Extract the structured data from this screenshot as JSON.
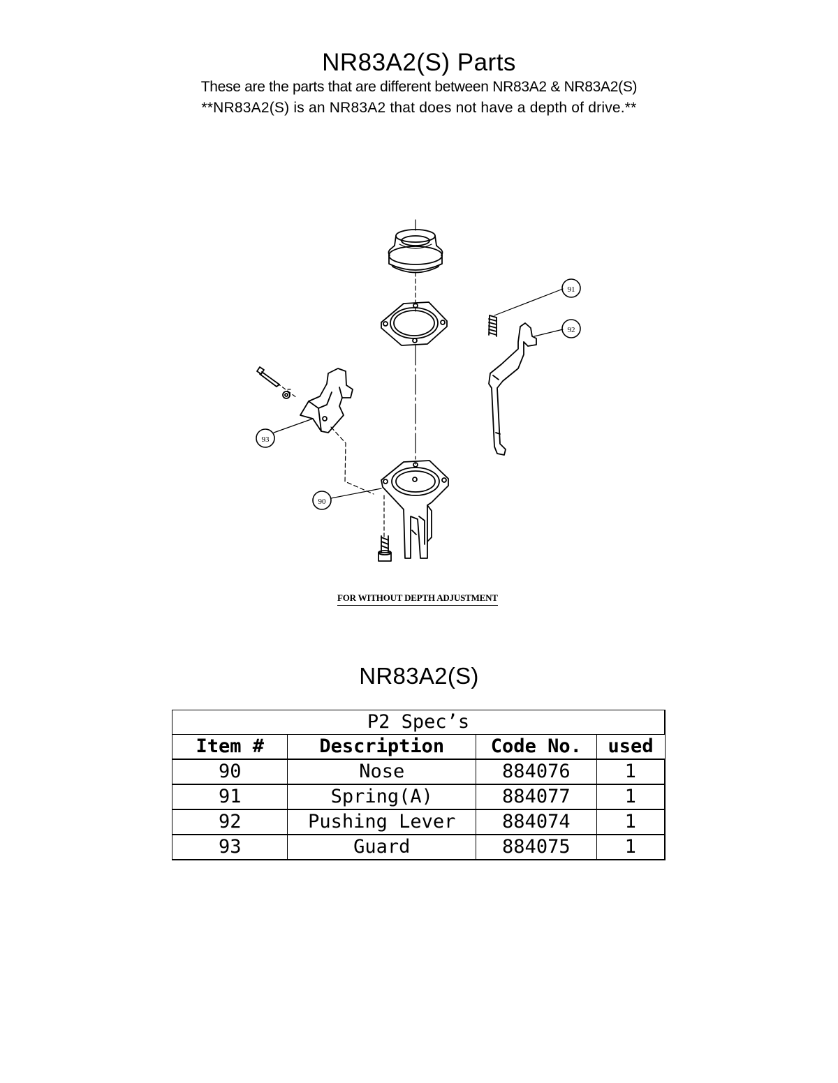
{
  "header": {
    "title": "NR83A2(S) Parts",
    "subtitle": "These are the parts that are different between NR83A2 & NR83A2(S)",
    "note": "**NR83A2(S) is an NR83A2 that does not have a depth of drive.**"
  },
  "diagram": {
    "callouts": [
      "91",
      "92",
      "93",
      "90"
    ],
    "caption": "FOR WITHOUT DEPTH ADJUSTMENT"
  },
  "model_heading": "NR83A2(S)",
  "table": {
    "group_header": "P2 Spec’s",
    "columns": [
      "Item #",
      "Description",
      "Code No.",
      "used"
    ],
    "rows": [
      [
        "90",
        "Nose",
        "884076",
        "1"
      ],
      [
        "91",
        "Spring(A)",
        "884077",
        "1"
      ],
      [
        "92",
        "Pushing Lever",
        "884074",
        "1"
      ],
      [
        "93",
        "Guard",
        "884075",
        "1"
      ]
    ]
  }
}
